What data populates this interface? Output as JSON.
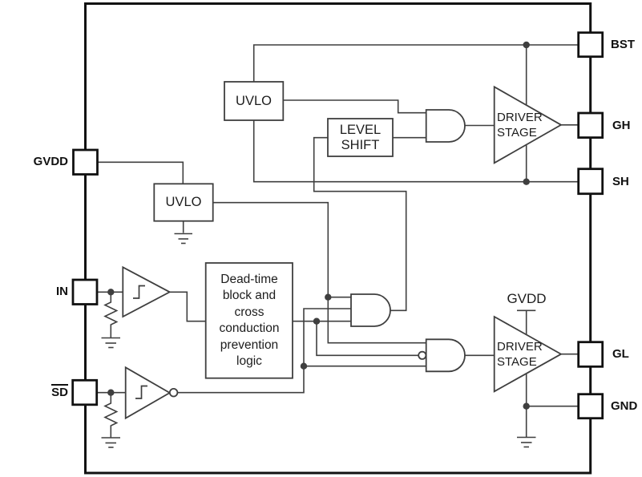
{
  "colors": {
    "background": "#ffffff",
    "ink": "#111111",
    "wire": "#3f3f3f"
  },
  "pins": {
    "gvdd": "GVDD",
    "in": "IN",
    "sd": "SD",
    "bst": "BST",
    "gh": "GH",
    "sh": "SH",
    "gl": "GL",
    "gnd": "GND"
  },
  "blocks": {
    "uvlo_high": "UVLO",
    "uvlo_low": "UVLO",
    "level_shift": [
      "LEVEL",
      "SHIFT"
    ],
    "deadtime": [
      "Dead-time",
      "block and",
      "cross",
      "conduction",
      "prevention",
      "logic"
    ],
    "driver_high": [
      "DRIVER",
      "STAGE"
    ],
    "driver_low": [
      "DRIVER",
      "STAGE"
    ],
    "gvdd_supply": "GVDD"
  }
}
